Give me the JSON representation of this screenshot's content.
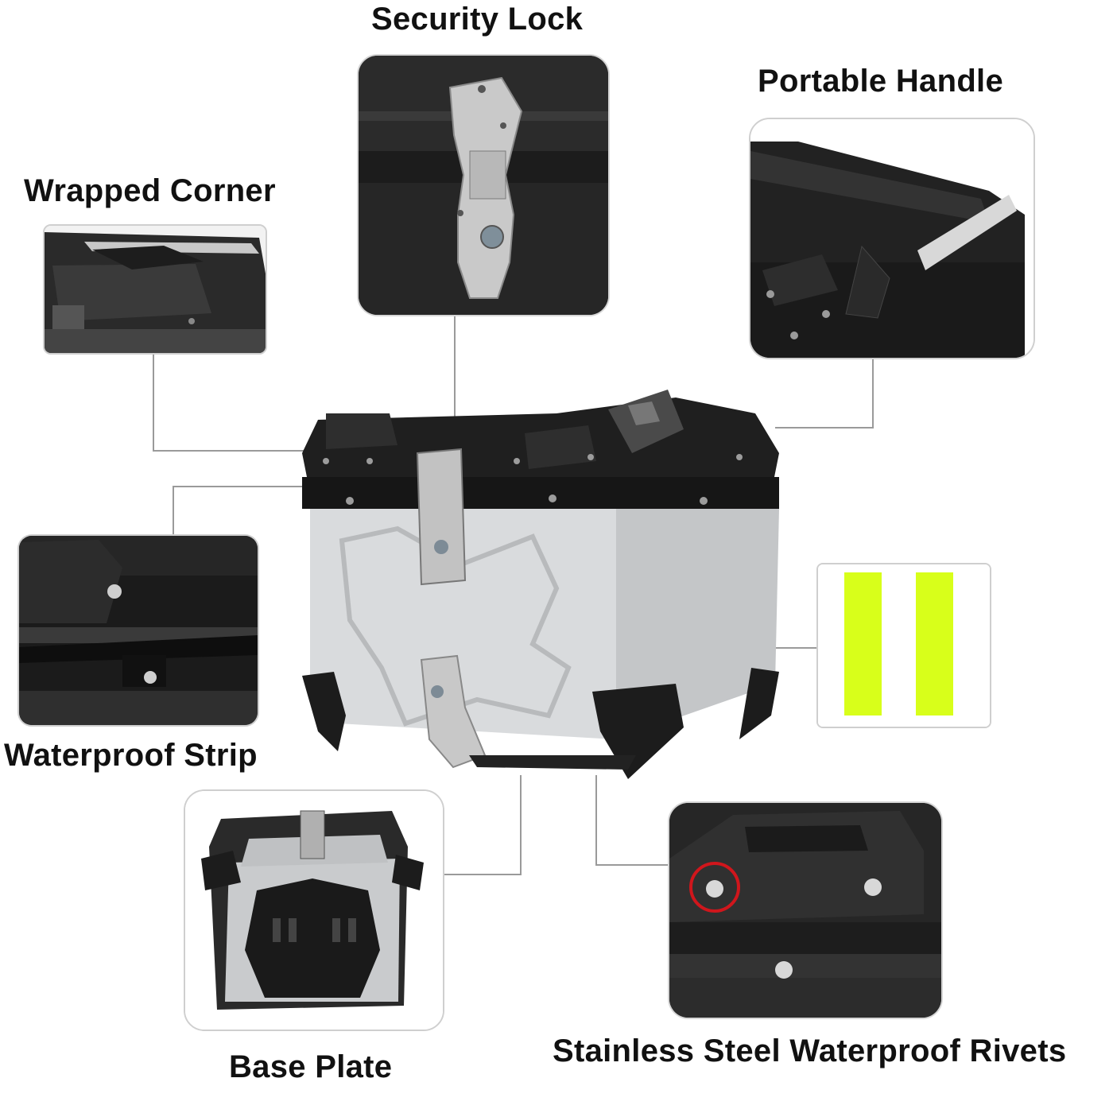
{
  "labels": {
    "security_lock": "Security Lock",
    "portable_handle": "Portable Handle",
    "wrapped_corner": "Wrapped Corner",
    "waterproof_strip": "Waterproof Strip",
    "base_plate": "Base Plate",
    "rivets": "Stainless Steel Waterproof Rivets"
  },
  "colors": {
    "reflector": "#d8ff1a",
    "rivet_highlight": "#d0161c",
    "box_body": "#d6d8da",
    "trim": "#1e1e1e"
  }
}
